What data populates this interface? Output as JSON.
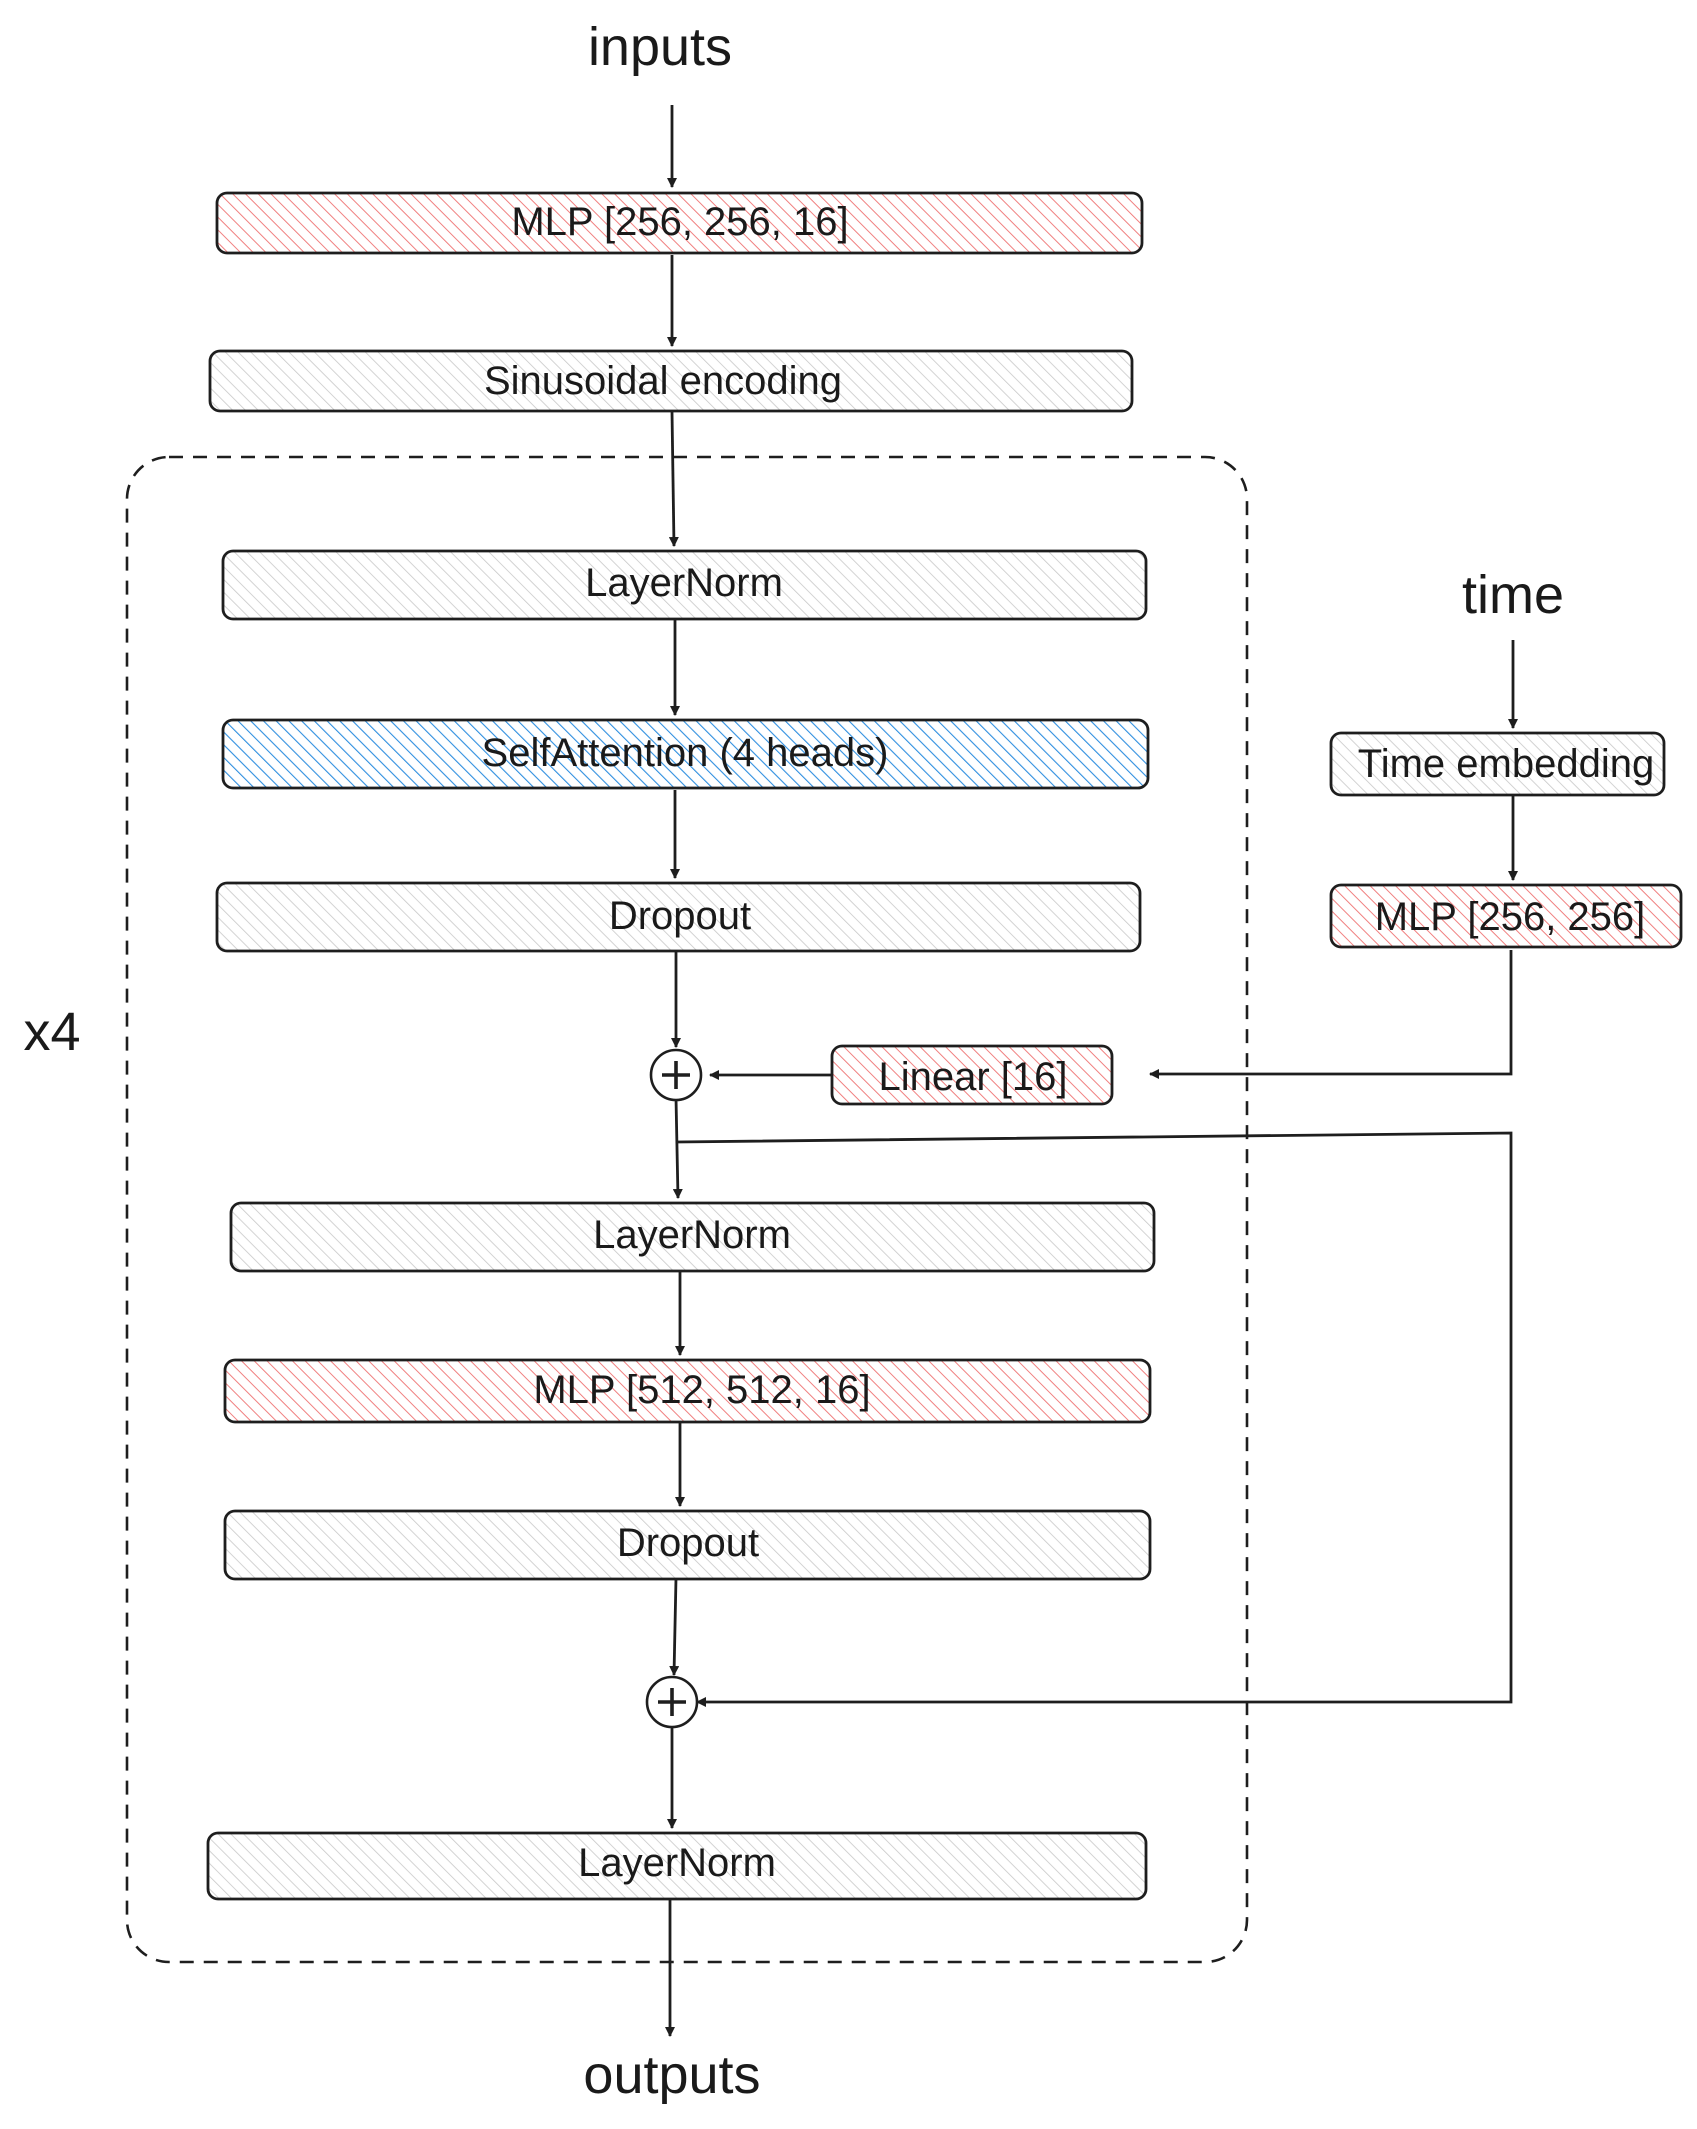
{
  "labels": {
    "inputs": "inputs",
    "outputs": "outputs",
    "time": "time",
    "repeat": "x4"
  },
  "colors": {
    "red_fill": "#f4a5a5",
    "blue_fill": "#4a9fe0",
    "gray_fill": "#d0d0d0",
    "stroke": "#1e1e1e"
  },
  "nodes": {
    "mlp_in": {
      "label": "MLP [256, 256, 16]",
      "color": "red"
    },
    "sinusoidal": {
      "label": "Sinusoidal encoding",
      "color": "gray"
    },
    "layernorm_1": {
      "label": "LayerNorm",
      "color": "gray"
    },
    "self_attention": {
      "label": "SelfAttention (4 heads)",
      "color": "blue"
    },
    "dropout_1": {
      "label": "Dropout",
      "color": "gray"
    },
    "layernorm_2": {
      "label": "LayerNorm",
      "color": "gray"
    },
    "mlp_block": {
      "label": "MLP [512, 512, 16]",
      "color": "red"
    },
    "dropout_2": {
      "label": "Dropout",
      "color": "gray"
    },
    "layernorm_3": {
      "label": "LayerNorm",
      "color": "gray"
    },
    "time_embedding": {
      "label": "Time embedding",
      "color": "gray"
    },
    "mlp_time": {
      "label": "MLP [256, 256]",
      "color": "red"
    },
    "linear": {
      "label": "Linear [16]",
      "color": "red"
    }
  },
  "icons": {
    "sum_1": "plus-circle-icon",
    "sum_2": "plus-circle-icon",
    "arrows": "arrowhead-icon"
  }
}
